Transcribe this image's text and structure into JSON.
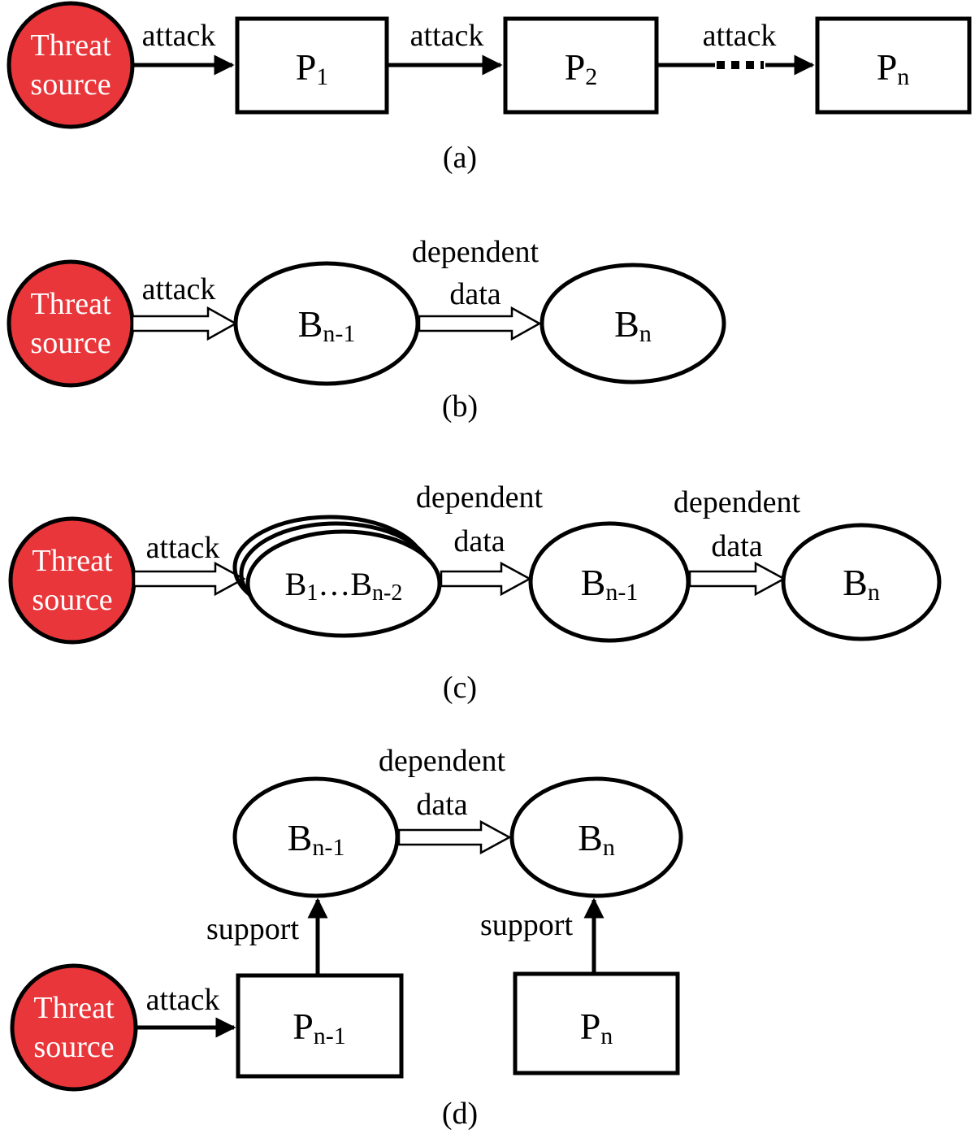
{
  "colors": {
    "threat_fill": "#e8363a",
    "stroke": "#000000"
  },
  "labels": {
    "threat_line1": "Threat",
    "threat_line2": "source",
    "attack": "attack",
    "dependent": "dependent",
    "data": "data",
    "support": "support",
    "P": "P",
    "B": "B",
    "sub_1": "1",
    "sub_2": "2",
    "sub_n": "n",
    "sub_n_1": "n-1",
    "sub_n_2": "n-2",
    "ellipsis": "…",
    "cap_a": "(a)",
    "cap_b": "(b)",
    "cap_c": "(c)",
    "cap_d": "(d)"
  }
}
